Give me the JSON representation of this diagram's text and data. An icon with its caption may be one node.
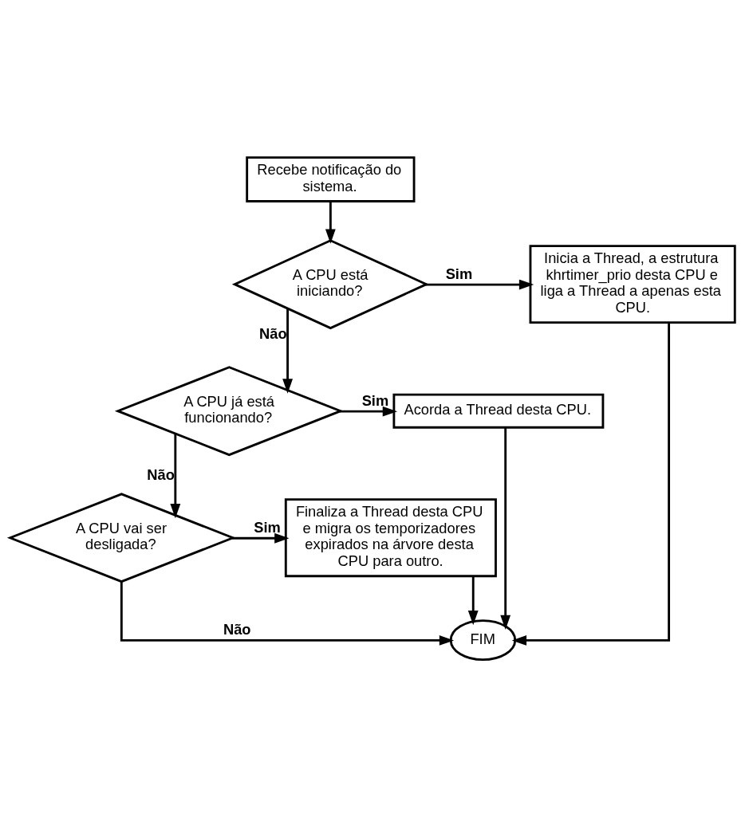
{
  "diagram": {
    "nodes": [
      {
        "text": [
          "Recebe notificação do sistema."
        ]
      },
      {
        "text": [
          "A CPU está iniciando?"
        ]
      },
      {
        "text": [
          "Inicia a Thread, a estrutura khrtimer_prio desta CPU e liga a Thread a apenas esta CPU."
        ]
      },
      {
        "text": [
          "A CPU já está funcionando?"
        ]
      },
      {
        "text": [
          "Acorda a Thread desta CPU."
        ]
      },
      {
        "text": [
          "A CPU vai ser desligada?"
        ]
      },
      {
        "text": [
          "Finaliza a Thread desta CPU e migra os temporizadores expirados na árvore desta CPU para outro."
        ]
      },
      {
        "text": [
          "FIM"
        ]
      }
    ],
    "edges": [
      {
        "from": 0,
        "to": 1,
        "arrow": "to"
      },
      {
        "from": 1,
        "to": 2,
        "arrow": "to",
        "label": "Sim"
      },
      {
        "from": 1,
        "to": 3,
        "arrow": "to",
        "label": "Não"
      },
      {
        "from": 3,
        "to": 4,
        "arrow": "to",
        "label": "Sim"
      },
      {
        "from": 3,
        "to": 5,
        "arrow": "to",
        "label": "Não"
      },
      {
        "from": 5,
        "to": 6,
        "arrow": "to",
        "label": "Sim"
      },
      {
        "from": 5,
        "to": 7,
        "arrow": "to",
        "label": "Não"
      },
      {
        "from": 6,
        "to": 7,
        "arrow": "to"
      },
      {
        "from": 4,
        "to": 7,
        "arrow": "to"
      },
      {
        "from": 2,
        "to": 7,
        "arrow": "to"
      }
    ]
  }
}
